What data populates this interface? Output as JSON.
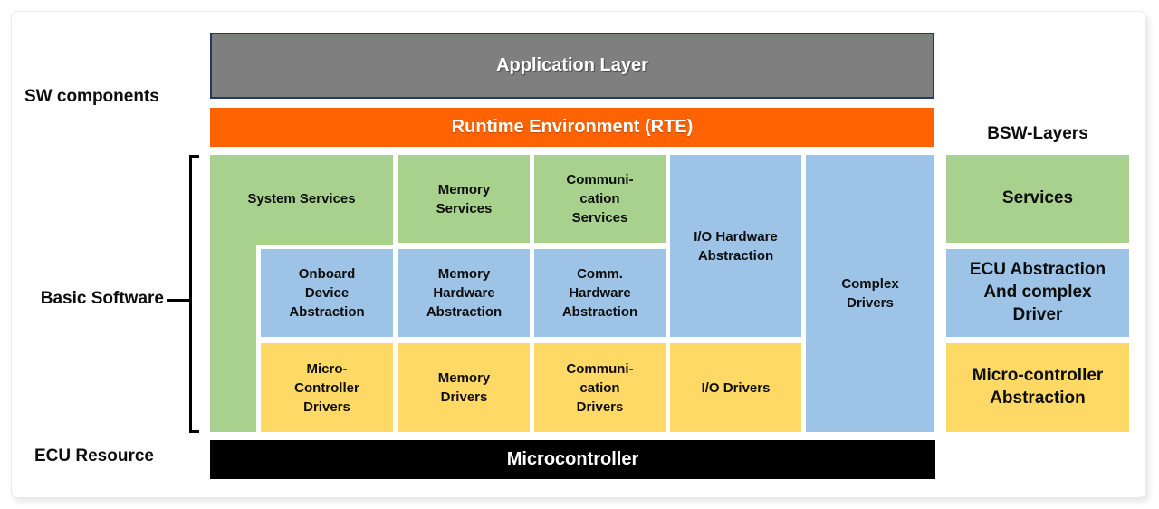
{
  "side_labels": {
    "sw_components": "SW components",
    "basic_software": "Basic Software",
    "ecu_resource": "ECU Resource",
    "bsw_layers": "BSW-Layers"
  },
  "layers": {
    "application_layer": "Application Layer",
    "runtime_environment": "Runtime Environment (RTE)",
    "microcontroller": "Microcontroller"
  },
  "bsw_grid": {
    "system_services": "System Services",
    "memory_services": "Memory\nServices",
    "communication_services": "Communi-\ncation\nServices",
    "io_hardware_abstraction": "I/O Hardware\nAbstraction",
    "complex_drivers": "Complex\nDrivers",
    "onboard_device_abstraction": "Onboard\nDevice\nAbstraction",
    "memory_hardware_abstraction": "Memory\nHardware\nAbstraction",
    "comm_hardware_abstraction": "Comm.\nHardware\nAbstraction",
    "microcontroller_drivers": "Micro-\nController\nDrivers",
    "memory_drivers": "Memory\nDrivers",
    "communication_drivers": "Communi-\ncation\nDrivers",
    "io_drivers": "I/O Drivers"
  },
  "bsw_layer_column": {
    "services": "Services",
    "ecu_abstraction_and_complex_driver": "ECU Abstraction\nAnd complex\nDriver",
    "microcontroller_abstraction": "Micro-controller\nAbstraction"
  },
  "colors": {
    "services_green": "#A9D18E",
    "abstraction_blue": "#9DC3E6",
    "drivers_yellow": "#FFD966",
    "rte_orange": "#FF6200",
    "application_gray": "#7F7F7F",
    "application_border_navy": "#24396B",
    "microcontroller_black": "#000000"
  }
}
